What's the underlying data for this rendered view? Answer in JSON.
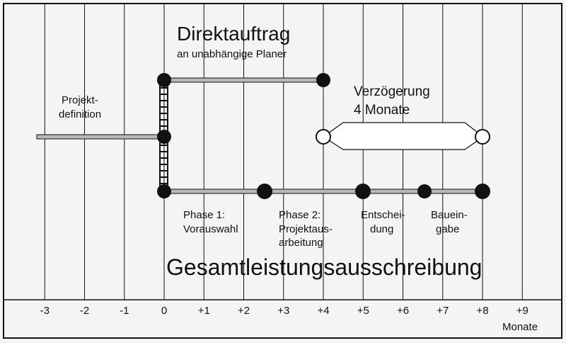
{
  "title_top": "Direktauftrag",
  "subtitle_top": "an unabhängige Planer",
  "title_bottom": "Gesamtleistungsausschreibung",
  "label_projekt": [
    "Projekt-",
    "definition"
  ],
  "label_delay": [
    "Verzögerung",
    "4 Monate"
  ],
  "phase_labels": [
    {
      "lines": [
        "Phase 1:",
        "Vorauswahl"
      ]
    },
    {
      "lines": [
        "Phase 2:",
        "Projektaus-",
        "arbeitung"
      ]
    },
    {
      "lines": [
        "Entschei-",
        "dung"
      ]
    },
    {
      "lines": [
        "Bauein-",
        "gabe"
      ]
    }
  ],
  "axis": {
    "ticks": [
      "-3",
      "-2",
      "-1",
      "0",
      "+1",
      "+2",
      "+3",
      "+4",
      "+5",
      "+6",
      "+7",
      "+8",
      "+9"
    ],
    "unit": "Monate"
  },
  "colors": {
    "background": "#f4f4f4",
    "bar": "#b8b8b8",
    "ink": "#111111"
  }
}
